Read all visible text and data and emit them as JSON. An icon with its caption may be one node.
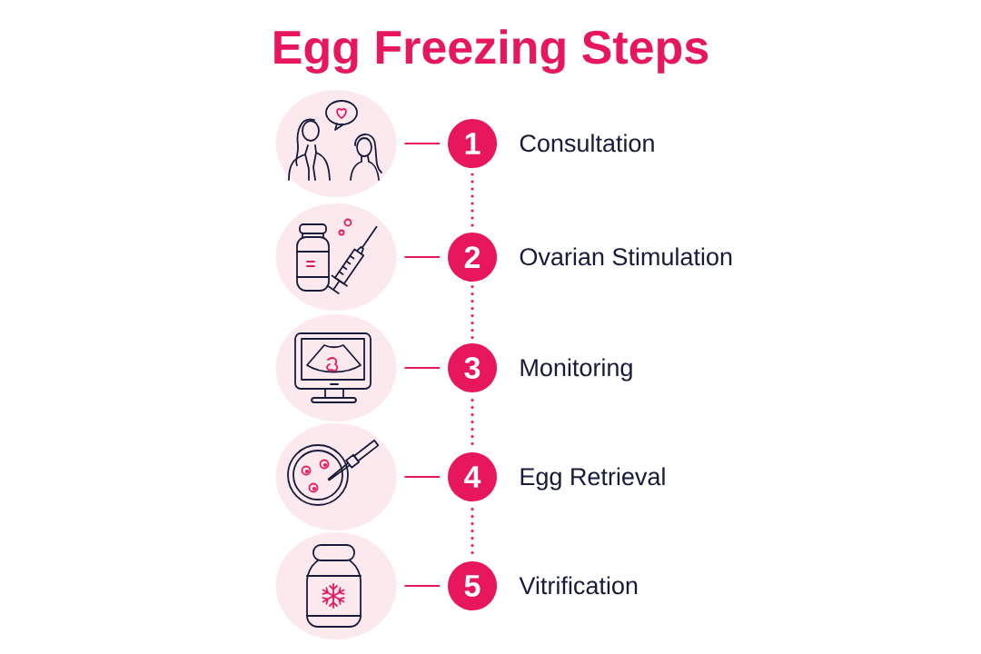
{
  "diagram": {
    "title": "Egg Freezing Steps",
    "nodes": [
      {
        "text": [],
        "shape": "picture"
      },
      {
        "text": [
          "1"
        ],
        "beside": [
          "Consultation"
        ]
      },
      {
        "text": [],
        "shape": "picture"
      },
      {
        "text": [
          "2"
        ],
        "beside": [
          "Ovarian Stimulation"
        ]
      },
      {
        "text": [],
        "shape": "picture"
      },
      {
        "text": [
          "3"
        ],
        "beside": [
          "Monitoring"
        ]
      },
      {
        "text": [],
        "shape": "picture"
      },
      {
        "text": [
          "4"
        ],
        "beside": [
          "Egg Retrieval"
        ]
      },
      {
        "text": [],
        "shape": "picture"
      },
      {
        "text": [
          "5"
        ],
        "beside": [
          "Vitrification"
        ]
      }
    ],
    "edges": [
      {
        "from": 0,
        "to": 1,
        "arrow": "none"
      },
      {
        "from": 1,
        "to": 3,
        "arrow": "none",
        "style": "dashed"
      },
      {
        "from": 2,
        "to": 3,
        "arrow": "none"
      },
      {
        "from": 3,
        "to": 5,
        "arrow": "none",
        "style": "dashed"
      },
      {
        "from": 4,
        "to": 5,
        "arrow": "none"
      },
      {
        "from": 5,
        "to": 7,
        "arrow": "none",
        "style": "dashed"
      },
      {
        "from": 6,
        "to": 7,
        "arrow": "none"
      },
      {
        "from": 7,
        "to": 9,
        "arrow": "none",
        "style": "dashed"
      },
      {
        "from": 8,
        "to": 9,
        "arrow": "none"
      }
    ]
  }
}
